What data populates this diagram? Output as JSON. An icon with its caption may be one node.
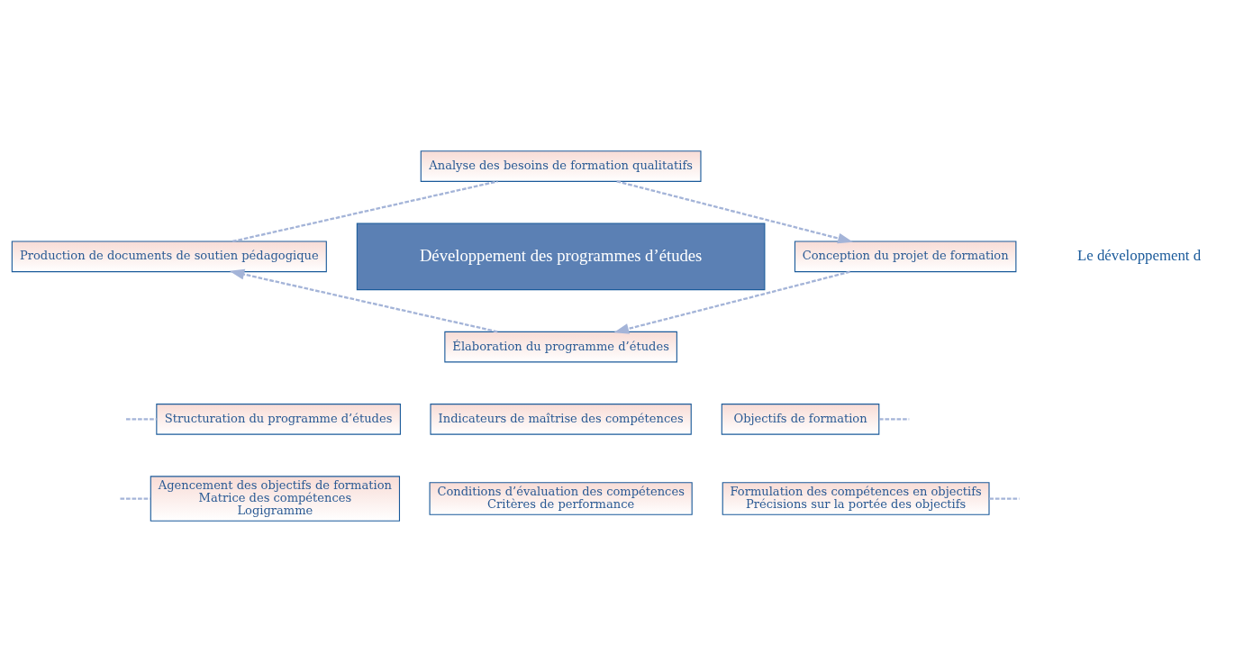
{
  "diagram": {
    "nodes": [
      {
        "text": [
          "Analyse des besoins de formation qualitatifs"
        ]
      },
      {
        "text": [
          "Production de documents de soutien pédagogique"
        ]
      },
      {
        "text": [
          "Développement des programmes d’études"
        ]
      },
      {
        "text": [
          "Conception du projet de formation"
        ]
      },
      {
        "text": [
          "Élaboration du programme d’études"
        ]
      },
      {
        "text": [
          "Structuration du programme d’études"
        ]
      },
      {
        "text": [
          "Indicateurs de maîtrise des compétences"
        ]
      },
      {
        "text": [
          "Objectifs de formation"
        ]
      },
      {
        "text": [
          "Agencement des objectifs de formation",
          "Matrice des compétences",
          "Logigramme"
        ]
      },
      {
        "text": [
          "Conditions d’évaluation des compétences",
          "Critères de performance"
        ]
      },
      {
        "text": [
          "Formulation des compétences en objectifs",
          "Précisions sur la portée des objectifs"
        ]
      }
    ],
    "edges": [
      {
        "from": 1,
        "to": 0,
        "arrow": "none",
        "style": "dashed"
      },
      {
        "from": 0,
        "to": 3,
        "arrow": "to",
        "style": "dashed"
      },
      {
        "from": 3,
        "to": 4,
        "arrow": "to",
        "style": "dashed"
      },
      {
        "from": 4,
        "to": 1,
        "arrow": "to",
        "style": "dashed"
      },
      {
        "from": null,
        "to": 5,
        "arrow": "none",
        "style": "dashed"
      },
      {
        "from": 7,
        "to": null,
        "arrow": "none",
        "style": "dashed"
      },
      {
        "from": null,
        "to": 8,
        "arrow": "none",
        "style": "dashed"
      },
      {
        "from": 10,
        "to": null,
        "arrow": "none",
        "style": "dashed"
      }
    ],
    "labels": [
      "Le développement d"
    ]
  }
}
